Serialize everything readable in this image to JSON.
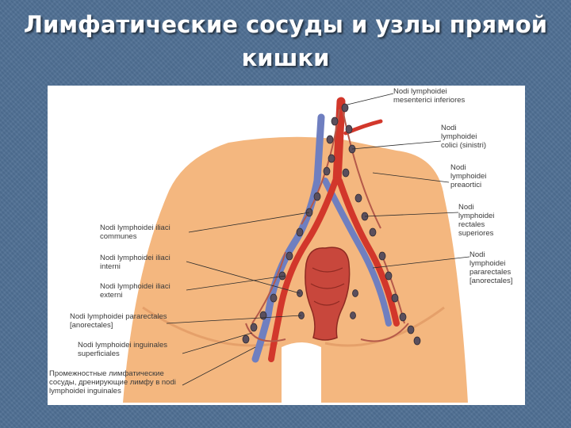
{
  "slide": {
    "title_line1": "Лимфатические сосуды и узлы прямой",
    "title_line2": "кишки"
  },
  "colors": {
    "background": "#4f6f93",
    "skin": "#f4b77f",
    "artery": "#d2372b",
    "vein": "#6f7fc0",
    "node": "#5a4f5d"
  },
  "labels": {
    "mesenterici": {
      "line1": "Nodi lymphoidei",
      "line2": "mesenterici inferiores"
    },
    "colici": {
      "line1": "Nodi",
      "line2": "lymphoidei",
      "line3": "colici (sinistri)"
    },
    "preaortici": {
      "line1": "Nodi",
      "line2": "lymphoidei",
      "line3": "preaortici"
    },
    "rectales_sup": {
      "line1": "Nodi",
      "line2": "lymphoidei",
      "line3": "rectales",
      "line4": "superiores"
    },
    "pararectales_r": {
      "line1": "Nodi",
      "line2": "lymphoidei",
      "line3": "pararectales",
      "line4": "[anorectales]"
    },
    "iliaci_communes": {
      "line1": "Nodi lymphoidei iliaci",
      "line2": "communes"
    },
    "iliaci_interni": {
      "line1": "Nodi lymphoidei iliaci",
      "line2": "interni"
    },
    "iliaci_externi": {
      "line1": "Nodi lymphoidei iliaci",
      "line2": "externi"
    },
    "pararectales_l": {
      "line1": "Nodi lymphoidei pararectales",
      "line2": "[anorectales]"
    },
    "inguinales": {
      "line1": "Nodi lymphoidei inguinales",
      "line2": "superficiales"
    },
    "note": {
      "line1": "Промежностные лимфатические",
      "line2": "сосуды, дренирующие лимфу в nodi",
      "line3": "lymphoidei inguinales"
    }
  }
}
